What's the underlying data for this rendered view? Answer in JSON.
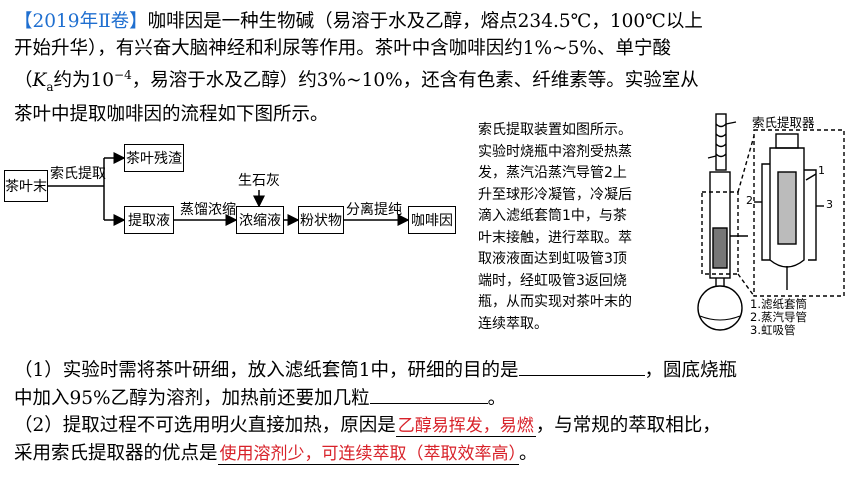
{
  "intro": {
    "tag": "【2019年Ⅱ卷】",
    "line1": "咖啡因是一种生物碱（易溶于水及乙醇，熔点234.5℃，100℃以上",
    "line2": "开始升华），有兴奋大脑神经和利尿等作用。茶叶中含咖啡因约1%~5%、单宁酸",
    "line3_open": "（",
    "k_symbol": "K",
    "k_sub": "a",
    "line3_mid": "约为10",
    "k_exp": "−4",
    "line3_rest": "，易溶于水及乙醇）约3%~10%，还含有色素、纤维素等。实验室从",
    "line4": "茶叶中提取咖啡因的流程如下图所示。"
  },
  "flow": {
    "start": "茶叶末",
    "step1_label": "索氏提取",
    "residue": "茶叶残渣",
    "extract": "提取液",
    "step2_label": "蒸馏浓缩",
    "reagent": "生石灰",
    "concentrate": "浓缩液",
    "powder": "粉状物",
    "step3_label": "分离提纯",
    "product": "咖啡因"
  },
  "note": {
    "lines": [
      "索氏提取装置如图所示。",
      "实验时烧瓶中溶剂受热蒸",
      "发，蒸汽沿蒸汽导管2上",
      "升至球形冷凝管，冷凝后",
      "滴入滤纸套筒1中，与茶",
      "叶末接触，进行萃取。萃",
      "取液液面达到虹吸管3顶",
      "端时，经虹吸管3返回烧",
      "瓶，从而实现对茶叶末的",
      "连续萃取。"
    ]
  },
  "apparatus": {
    "title": "索氏提取器",
    "num1": "1",
    "num2": "2",
    "num3": "3",
    "legend": [
      "1.滤纸套筒",
      "2.蒸汽导管",
      "3.虹吸管"
    ]
  },
  "questions": {
    "q1_a": "（1）实验时需将茶叶研细，放入滤纸套筒1中，研细的目的是",
    "q1_b": "，圆底烧瓶",
    "q1_c": "中加入95%乙醇为溶剂，加热前还要加几粒",
    "q1_end": "。",
    "q2_a": "（2）提取过程不可选用明火直接加热，原因是",
    "q2_ans": "乙醇易挥发，易燃",
    "q2_b": "，与常规的萃取相比，",
    "q2_c": "采用索氏提取器的优点是",
    "q2_ans2": "使用溶剂少，可连续萃取（萃取效率高）",
    "q2_end": "。",
    "answer_color": "#d8222a"
  }
}
